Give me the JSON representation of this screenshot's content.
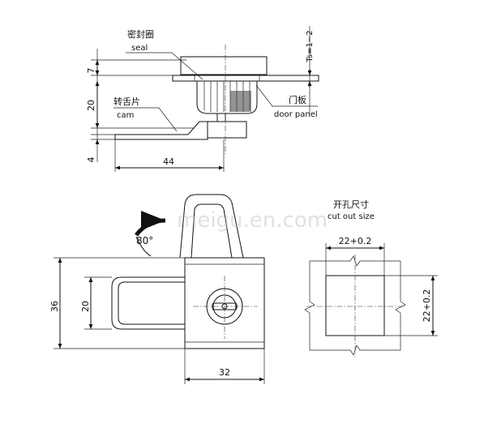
{
  "labels": {
    "seal_cn": "密封圈",
    "seal_en": "seal",
    "cam_cn": "转舌片",
    "cam_en": "cam",
    "panel_cn": "门板",
    "panel_en": "door panel",
    "cutout_cn": "开孔尺寸",
    "cutout_en": "cut out size",
    "watermark": "meigu.en.com",
    "ts": "Ts=1~2"
  },
  "dimensions": {
    "d7": "7",
    "d20_side": "20",
    "d4": "4",
    "d44": "44",
    "d36": "36",
    "d20_front": "20",
    "d32": "32",
    "cut_w": "22+0.2",
    "cut_h": "22+0.2",
    "rot": "80°"
  }
}
